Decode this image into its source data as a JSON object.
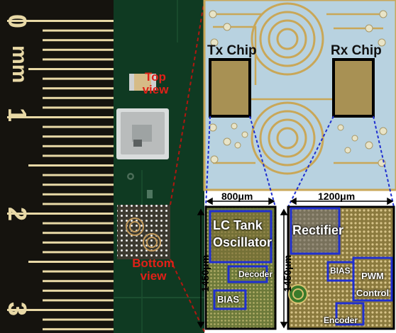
{
  "ruler": {
    "numbers": [
      "0",
      "1",
      "2",
      "3"
    ],
    "unit": "mm"
  },
  "board_labels": {
    "top_view": "Top view",
    "bottom_view": "Bottom view"
  },
  "die": {
    "tx_chip": "Tx Chip",
    "rx_chip": "Rx Chip"
  },
  "tx_layout": {
    "width_label": "800μm",
    "height_label": "1450μm",
    "blocks": {
      "oscillator": "LC Tank Oscillator",
      "decoder": "Decoder",
      "bias": "BIAS"
    }
  },
  "rx_layout": {
    "width_label": "1200μm",
    "height_label": "1450μm",
    "blocks": {
      "rectifier": "Rectifier",
      "bias": "BIAS",
      "pwm_control": "PWM Control",
      "encoder": "Encoder"
    }
  },
  "colors": {
    "pcb": "#0f3a22",
    "ruler_bg": "#15130e",
    "ruler_tick": "#e8d9a6",
    "callout_red": "#e02018",
    "highlight_blue": "#1f2fd0",
    "die_bg": "#b8d2e0",
    "trace_gold": "#c9a758"
  }
}
